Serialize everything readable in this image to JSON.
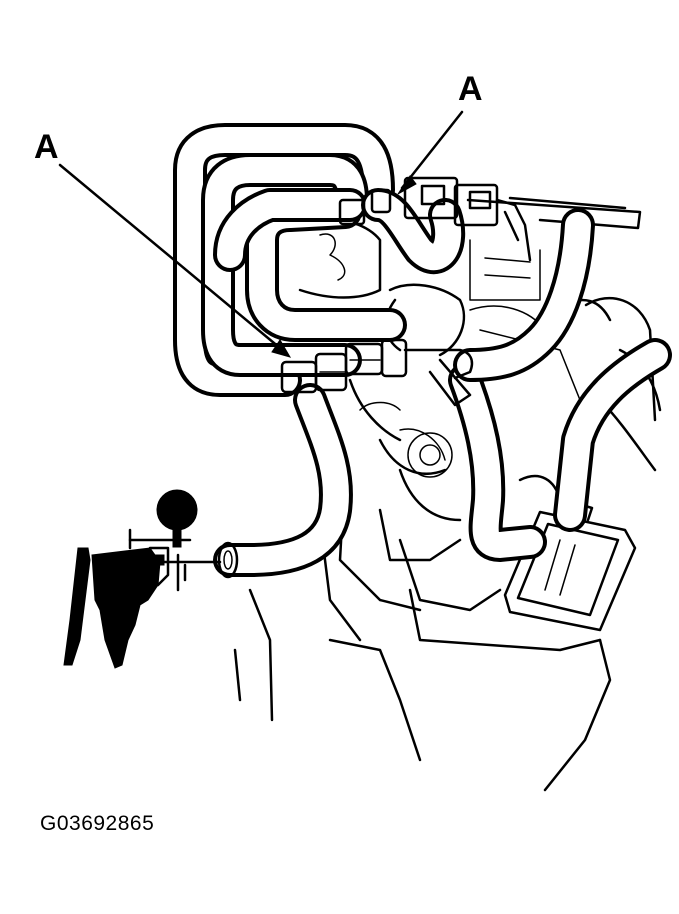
{
  "callouts": {
    "right": "A",
    "left": "A"
  },
  "figure_code": "G03692865",
  "colors": {
    "ink": "#000000",
    "paper": "#ffffff"
  }
}
